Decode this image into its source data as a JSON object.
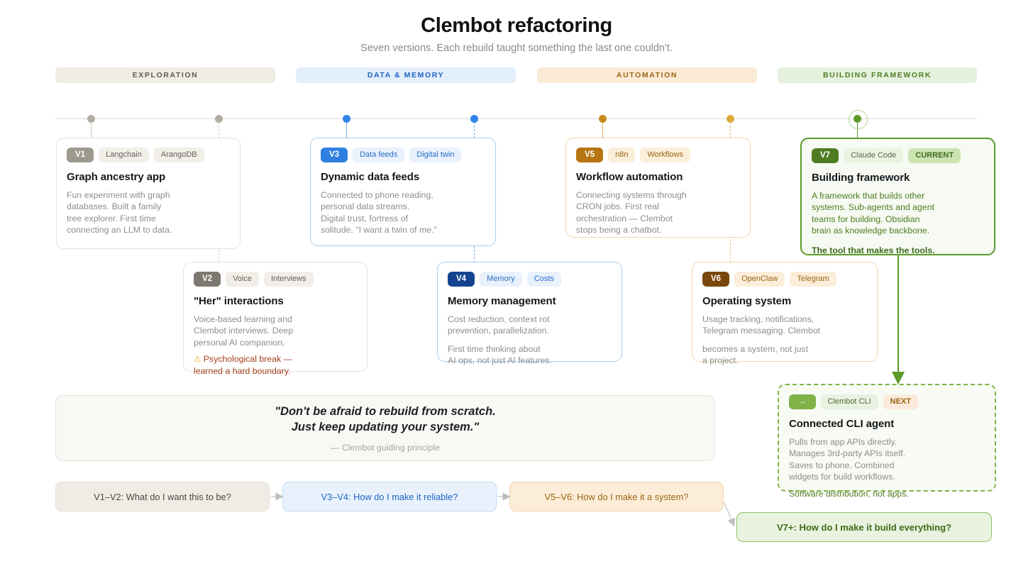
{
  "header": {
    "title": "Clembot refactoring",
    "subtitle": "Seven versions. Each rebuild taught something the last one couldn't."
  },
  "phases": [
    {
      "label": "EXPLORATION",
      "color": "#5f5a52",
      "bg": "#f0ece5"
    },
    {
      "label": "DATA & MEMORY",
      "color": "#1b63c4",
      "bg": "#e3eefb"
    },
    {
      "label": "AUTOMATION",
      "color": "#9a6512",
      "bg": "#fbead6"
    },
    {
      "label": "BUILDING FRAMEWORK",
      "color": "#4e7c22",
      "bg": "#e6f1dd"
    }
  ],
  "timeline": {
    "dots": [
      {
        "version": "V1",
        "color": "#b2aea4"
      },
      {
        "version": "V2",
        "color": "#b2aea4"
      },
      {
        "version": "V3",
        "color": "#2f85e8"
      },
      {
        "version": "V4",
        "color": "#2f85e8"
      },
      {
        "version": "V5",
        "color": "#c8891a"
      },
      {
        "version": "V6",
        "color": "#e0a83c"
      },
      {
        "version": "V7",
        "color": "#5c9a29"
      }
    ]
  },
  "cards": [
    {
      "version": "V1",
      "version_bg": "#9e998e",
      "tags": [
        "Langchain",
        "ArangoDB"
      ],
      "tag_bg": "#f2efe9",
      "tag_color": "#63605a",
      "title": "Graph ancestry app",
      "body": [
        "Fun experiment with graph\ndatabases. Built a family\ntree explorer. First time\nconnecting an LLM to data."
      ]
    },
    {
      "version": "V2",
      "version_bg": "#7c7870",
      "tags": [
        "Voice",
        "Interviews"
      ],
      "tag_bg": "#f2efe9",
      "tag_color": "#63605a",
      "title": "\"Her\" interactions",
      "body": [
        "Voice-based learning and\nClembot interviews. Deep\npersonal AI companion."
      ],
      "warning_icon": "warning-triangle-icon",
      "warning": "Psychological break —\nlearned a hard boundary."
    },
    {
      "version": "V3",
      "version_bg": "#2f7fe0",
      "tags": [
        "Data feeds",
        "Digital twin"
      ],
      "tag_bg": "#e8f1fc",
      "tag_color": "#2a6fc4",
      "title": "Dynamic data feeds",
      "body": [
        "Connected to phone reading,\npersonal data streams.\nDigital trust, fortress of\nsolitude. \"I want a twin of me.\""
      ]
    },
    {
      "version": "V4",
      "version_bg": "#14448f",
      "tags": [
        "Memory",
        "Costs"
      ],
      "tag_bg": "#e8f1fc",
      "tag_color": "#2a6fc4",
      "title": "Memory management",
      "body": [
        "Cost reduction, context rot\nprevention, parallelization.",
        "First time thinking about\nAI ops, not just AI features."
      ]
    },
    {
      "version": "V5",
      "version_bg": "#b67510",
      "tags": [
        "n8n",
        "Workflows"
      ],
      "tag_bg": "#fbeeda",
      "tag_color": "#9a6512",
      "title": "Workflow automation",
      "body": [
        "Connecting systems through\nCRON jobs. First real\norchestration — Clembot\nstops being a chatbot."
      ]
    },
    {
      "version": "V6",
      "version_bg": "#78480a",
      "tags": [
        "OpenClaw",
        "Telegram"
      ],
      "tag_bg": "#fbeeda",
      "tag_color": "#9a6512",
      "title": "Operating system",
      "body": [
        "Usage tracking, notifications,\nTelegram messaging. Clembot",
        "becomes a system, not just\na project."
      ]
    },
    {
      "version": "V7",
      "version_bg": "#4e7c22",
      "tags": [
        "Claude Code",
        "CURRENT"
      ],
      "tag_bg": "#eaf3e2",
      "tag_color": "#5a6b4c",
      "badge": "CURRENT",
      "badge_bg": "#cbe4b2",
      "badge_color": "#3f6b1c",
      "title": "Building framework",
      "body": [
        "A framework that builds other\nsystems. Sub-agents and agent\nteams for building. Obsidian\nbrain as knowledge backbone."
      ],
      "footer": "The tool that makes the tools."
    }
  ],
  "next_card": {
    "arrow_glyph": "→",
    "arrow_bg": "#7fb348",
    "tags": [
      "Clembot CLI",
      "NEXT"
    ],
    "tag_bg": "#e9f1e1",
    "tag_color": "#4e6b35",
    "badge": "NEXT",
    "badge_bg": "#fbeadb",
    "badge_color": "#9a6512",
    "title": "Connected CLI agent",
    "body": [
      "Pulls from app APIs directly.\nManages 3rd-party APIs itself.\nSaves to phone. Combined\nwidgets for build workflows."
    ],
    "footer": "Software distribution, not apps."
  },
  "quote": {
    "line1": "\"Don't be afraid to rebuild from scratch.",
    "line2": "Just keep updating your system.\"",
    "attribution": "— Clembot guiding principle"
  },
  "questions": [
    "V1–V2: What do I want this to be?",
    "V3–V4: How do I make it reliable?",
    "V5–V6: How do I make it a system?",
    "V7+: How do I make it build everything?"
  ]
}
